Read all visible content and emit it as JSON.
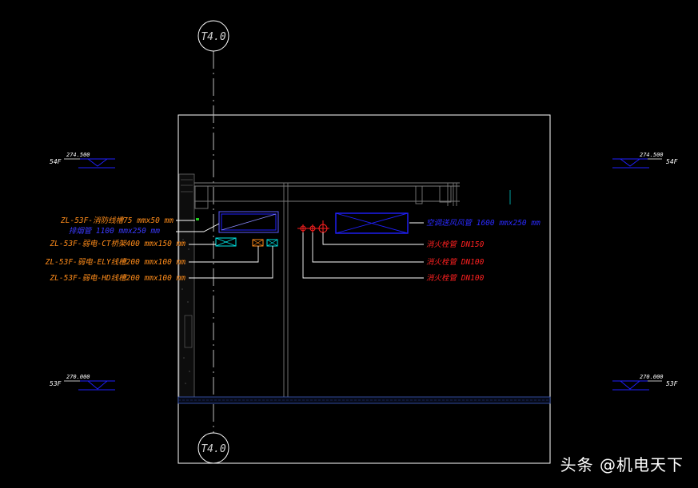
{
  "colors": {
    "background": "#000000",
    "frame": "#ffffff",
    "grey": "#8a8a8a",
    "orange": "#ff8c1a",
    "blue": "#1a1aff",
    "red": "#ff2020",
    "cyan": "#00e5e5",
    "slab": "#3b5bbf"
  },
  "axis": {
    "top_label": "T4.0",
    "bottom_label": "T4.0"
  },
  "levels": {
    "upper_left_value": "274.500",
    "upper_left_floor": "54F",
    "upper_right_value": "274.500",
    "upper_right_floor": "54F",
    "lower_left_value": "270.000",
    "lower_left_floor": "53F",
    "lower_right_value": "270.000",
    "lower_right_floor": "53F"
  },
  "labels": {
    "fire_tray": "ZL-53F-消防线槽75 mmx50 mm",
    "fire_tray_2": "排烟管 1100 mmx250 mm",
    "ct_tray": "ZL-53F-弱电-CT桥架400 mmx150 mm",
    "ely_tray": "ZL-53F-弱电-ELY线槽200 mmx100 mm",
    "hd_tray": "ZL-53F-弱电-HD线槽200 mmx100 mm",
    "ac_duct": "空调送风风管 1600 mmx250 mm",
    "fire_pipe_1": "消火栓管 DN150",
    "fire_pipe_2": "消火栓管 DN100",
    "fire_pipe_3": "消火栓管 DN100"
  },
  "watermark": "头条 @机电天下"
}
